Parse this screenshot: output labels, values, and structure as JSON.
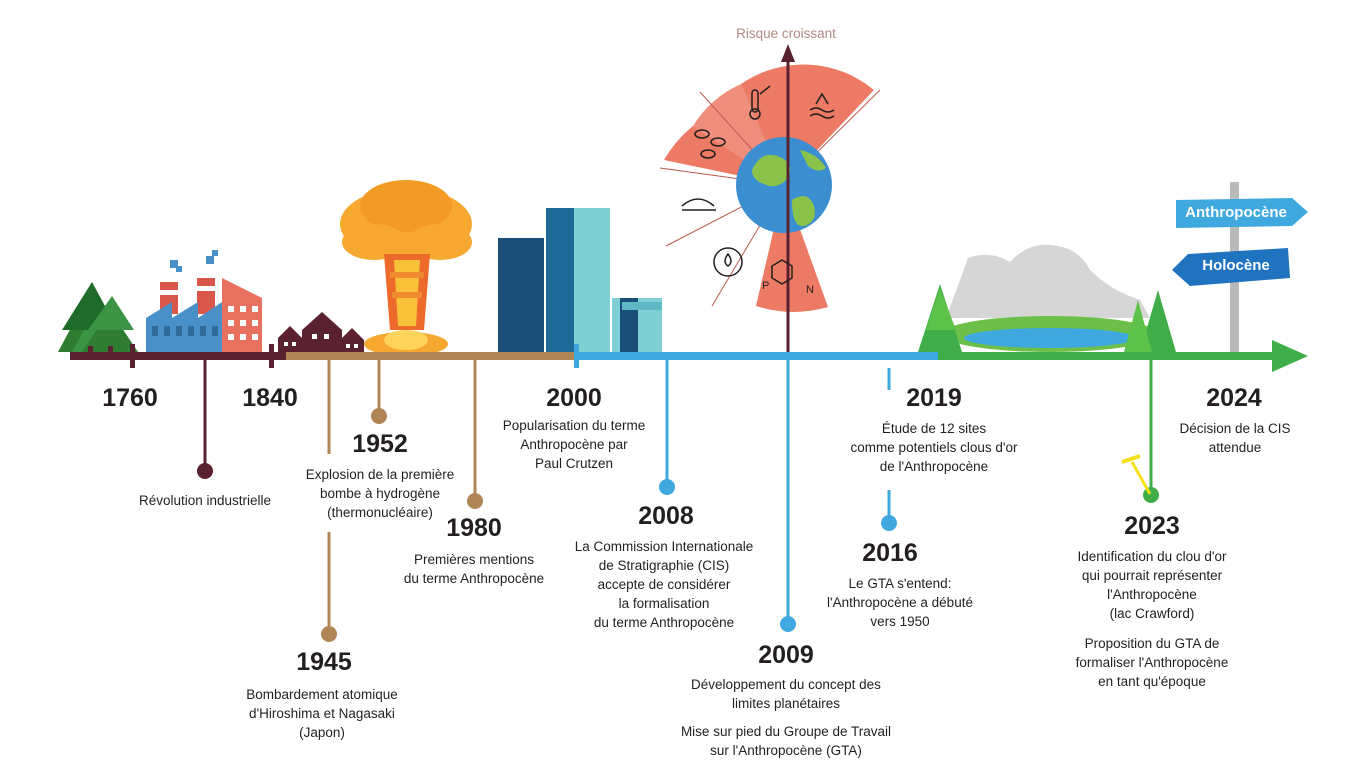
{
  "risk_label": "Risque croissant",
  "boundary_labels": {
    "p": "P",
    "n": "N"
  },
  "signs": {
    "top": "Anthropocène",
    "bottom": "Holocène"
  },
  "colors": {
    "industrial": "#5a2230",
    "nuclear": "#b08656",
    "modern": "#3fa8df",
    "holocene": "#3fae49",
    "risk_zone": "#ec7a65",
    "sign_top": "#3fa8df",
    "sign_bottom": "#1f73bf"
  },
  "events": [
    {
      "year": "1760",
      "text": ""
    },
    {
      "year": "1840",
      "text": "Révolution industrielle"
    },
    {
      "year": "1952",
      "text": "Explosion de la première\nbombe à  hydrogène\n(thermonucléaire)"
    },
    {
      "year": "1945",
      "text": "Bombardement atomique\nd'Hiroshima et Nagasaki\n(Japon)"
    },
    {
      "year": "1980",
      "text": "Premières mentions\ndu terme Anthropocène"
    },
    {
      "year": "2000",
      "text": "Popularisation du terme\nAnthropocène par\nPaul Crutzen"
    },
    {
      "year": "2008",
      "text": "La Commission Internationale\nde Stratigraphie (CIS)\naccepte de considérer\nla formalisation\ndu terme Anthropocène"
    },
    {
      "year": "2009",
      "text": "Développement du concept des\nlimites planétaires"
    },
    {
      "year": "",
      "text": "Mise sur pied du Groupe de Travail\nsur l'Anthropocène (GTA)"
    },
    {
      "year": "2016",
      "text": "Le GTA s'entend:\nl'Anthropocène a débuté\nvers 1950"
    },
    {
      "year": "2019",
      "text": "Étude de 12 sites\ncomme potentiels clous d'or\nde l'Anthropocène"
    },
    {
      "year": "2023",
      "text": "Identification du clou d'or\nqui pourrait représenter\nl'Anthropocène\n(lac Crawford)"
    },
    {
      "year": "",
      "text": "Proposition du GTA de\nformaliser l'Anthropocène\nen tant qu'époque"
    },
    {
      "year": "2024",
      "text": "Décision de la CIS\nattendue"
    }
  ]
}
